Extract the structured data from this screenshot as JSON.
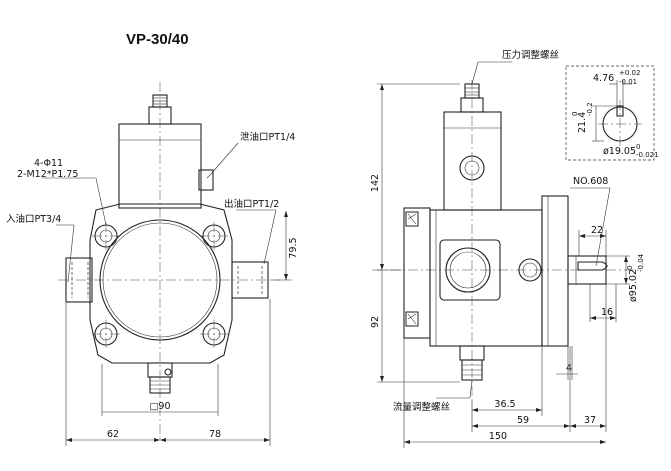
{
  "title": "VP-30/40",
  "front_view": {
    "labels": {
      "drain_port": "泄油口PT1/4",
      "holes": "4-Φ11",
      "thread": "2-M12*P1.75",
      "outlet_port": "出油口PT1/2",
      "inlet_port": "入油口PT3/4"
    },
    "dims": {
      "height": "79.5",
      "square": "□90",
      "left_width": "62",
      "right_width": "78"
    }
  },
  "side_view": {
    "labels": {
      "pressure_screw": "压力调整螺丝",
      "flow_screw": "流量调整螺丝",
      "key_no": "NO.608"
    },
    "dims": {
      "upper_height": "142",
      "lower_height": "92",
      "shaft_len": "22",
      "shaft_dia": "ø95.02",
      "shaft_tol_upper": "0",
      "shaft_tol_lower": "-0.04",
      "key_len": "16",
      "step": "4",
      "d365": "36.5",
      "d59": "59",
      "d37": "37",
      "d150": "150"
    }
  },
  "key_detail": {
    "width": "4.76",
    "width_tol_upper": "+0.02",
    "width_tol_lower": "-0.01",
    "height": "21.4",
    "height_tol_upper": "0",
    "height_tol_lower": "-0.2",
    "diameter": "ø19.05",
    "diameter_tol_upper": "0",
    "diameter_tol_lower": "-0.021"
  }
}
